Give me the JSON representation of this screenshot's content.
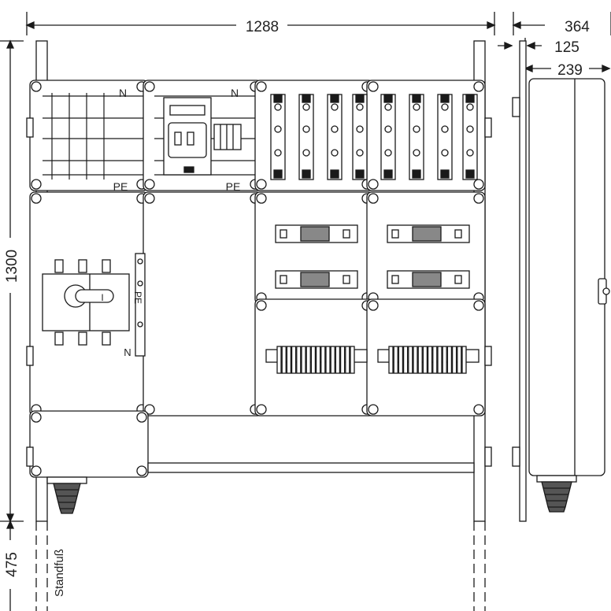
{
  "dimensions": {
    "total_width": "1288",
    "total_depth": "364",
    "front_depth": "125",
    "body_depth": "239",
    "height": "1300",
    "foot_height": "475"
  },
  "labels": {
    "neutral": "N",
    "protective_earth": "PE",
    "switch_pe": "PE",
    "switch_n": "N",
    "handle_mark": "I",
    "foot": "Standfuß"
  },
  "colors": {
    "line": "#1a1a1a",
    "grey_fill": "#9a9a9a",
    "light_fill": "#d8d8d8"
  }
}
